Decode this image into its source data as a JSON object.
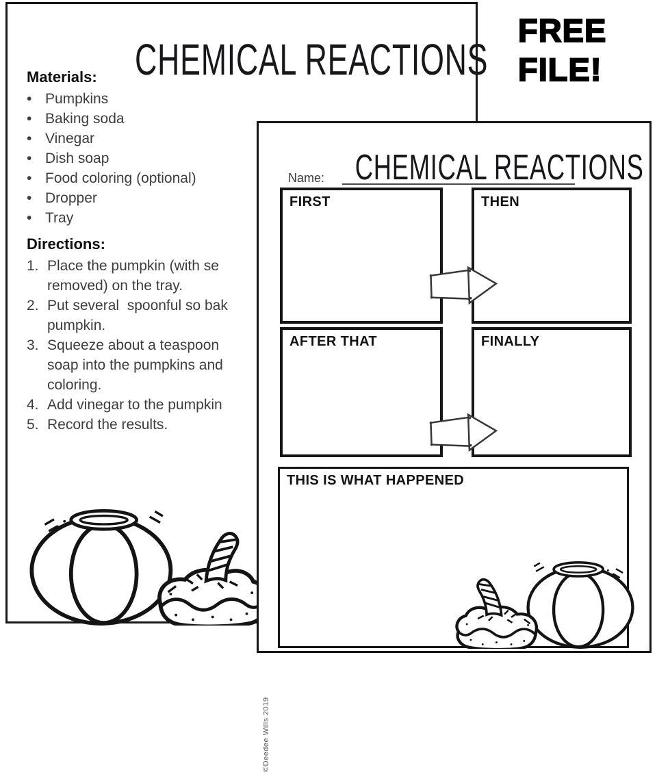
{
  "free_label": {
    "line1": "FREE",
    "line2": "FILE!"
  },
  "back_page": {
    "title": "CHEMICAL REACTIONS",
    "materials_heading": "Materials:",
    "materials": [
      "Pumpkins",
      "Baking soda",
      "Vinegar",
      "Dish soap",
      "Food coloring (optional)",
      "Dropper",
      "Tray"
    ],
    "bullet": "•",
    "directions_heading": "Directions:",
    "directions_rows": [
      {
        "num": "1.",
        "text": "Place the pumpkin (with se"
      },
      {
        "num": "",
        "text": "removed) on the tray."
      },
      {
        "num": "2.",
        "text": "Put several  spoonful so bak"
      },
      {
        "num": "",
        "text": "pumpkin."
      },
      {
        "num": "3.",
        "text": "Squeeze about a teaspoon"
      },
      {
        "num": "",
        "text": "soap into the pumpkins and"
      },
      {
        "num": "",
        "text": "coloring."
      },
      {
        "num": "4.",
        "text": "Add vinegar to the pumpkin"
      },
      {
        "num": "5.",
        "text": "Record the results."
      }
    ]
  },
  "front_page": {
    "title": "CHEMICAL REACTIONS",
    "name_label": "Name:",
    "boxes": [
      {
        "label": "FIRST"
      },
      {
        "label": "THEN"
      },
      {
        "label": "AFTER THAT"
      },
      {
        "label": "FINALLY"
      },
      {
        "label": "THIS IS WHAT HAPPENED"
      }
    ],
    "credit": "©Deedee Wills 2019"
  },
  "icons": {
    "arrow": "right-arrow-outline",
    "art": "pumpkins-line-art"
  },
  "colors": {
    "ink": "#161616",
    "body_text": "#3d3d3d",
    "paper": "#ffffff"
  }
}
